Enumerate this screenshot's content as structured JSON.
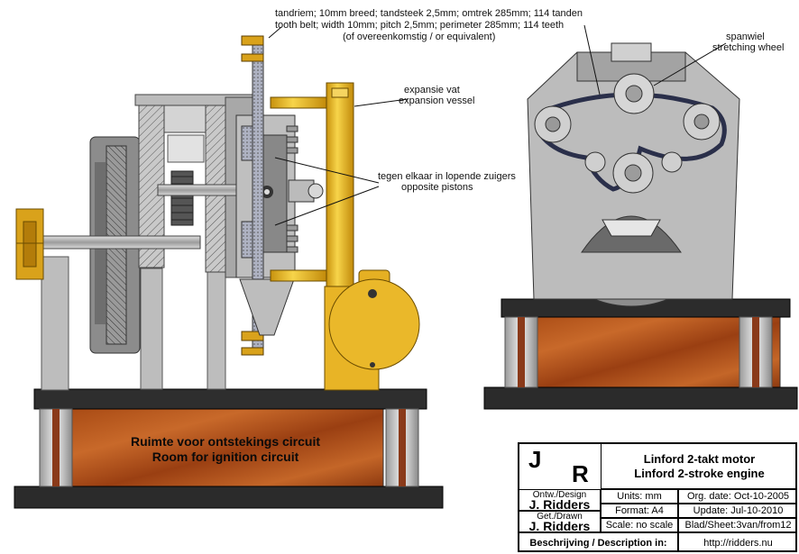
{
  "annotations": {
    "tooth_belt_nl": "tandriem; 10mm breed; tandsteek 2,5mm; omtrek 285mm; 114 tanden",
    "tooth_belt_en": "tooth belt; width 10mm; pitch 2,5mm; perimeter 285mm; 114 teeth",
    "tooth_belt_equiv": "(of overeenkomstig / or equivalent)",
    "expansion_nl": "expansie vat",
    "expansion_en": "expansion vessel",
    "pistons_nl": "tegen elkaar in lopende zuigers",
    "pistons_en": "opposite pistons",
    "spanwiel_nl": "spanwiel",
    "spanwiel_en": "stretching wheel",
    "base_nl": "Ruimte voor ontstekings circuit",
    "base_en": "Room for ignition circuit"
  },
  "title_block": {
    "letter_j": "J",
    "letter_r": "R",
    "title_nl": "Linford 2-takt motor",
    "title_en": "Linford 2-stroke engine",
    "design_label": "Ontw./Design",
    "design_name": "J. Ridders",
    "drawn_label": "Get./Drawn",
    "drawn_name": "J. Ridders",
    "units": "Units: mm",
    "format": "Format: A4",
    "scale": "Scale: no scale",
    "org_date": "Org. date: Oct-10-2005",
    "update": "Update: Jul-10-2010",
    "sheet": "Blad/Sheet:3van/from12",
    "description_label": "Beschrijving / Description in:",
    "url": "http://ridders.nu"
  },
  "colors": {
    "steel": "#c8c8c8",
    "dark_steel": "#7a7a7a",
    "brass": "#e8b422",
    "wood": "#b5581e",
    "black_plate": "#2a2a2a"
  }
}
